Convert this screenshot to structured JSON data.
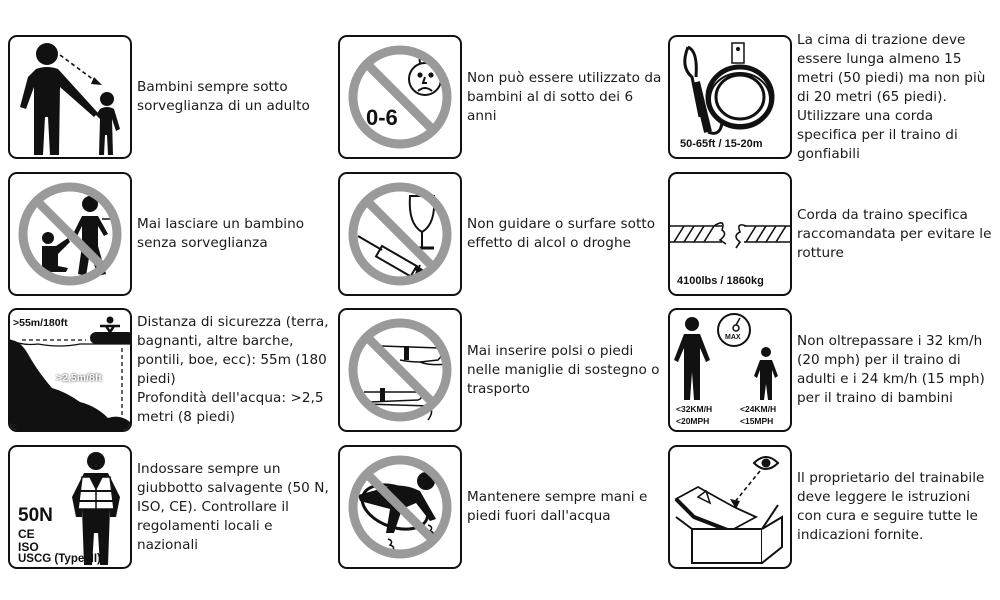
{
  "items": [
    {
      "id": "supervision",
      "text": "Bambini sempre sotto sorveglianza di un adulto",
      "icon": "adult-holding-child-icon"
    },
    {
      "id": "age-limit",
      "text": "Non può essere utilizzato da bambini al di sotto dei 6 anni",
      "icon": "no-children-0-6-icon",
      "icon_label": "0-6"
    },
    {
      "id": "tow-rope-length",
      "text": "La cima di trazione deve essere lunga almeno 15 metri (50 piedi) ma non più di 20 metri (65 piedi). Utilizzare una corda specifica per il traino di gonfiabili",
      "icon": "coiled-rope-icon",
      "icon_label": "50-65ft / 15-20m"
    },
    {
      "id": "no-unattended",
      "text": "Mai lasciare un bambino senza sorveglianza",
      "icon": "no-leaving-child-icon"
    },
    {
      "id": "no-alcohol",
      "text": "Non guidare o surfare sotto effetto di alcol o droghe",
      "icon": "no-alcohol-drugs-icon"
    },
    {
      "id": "rope-strength",
      "text": "Corda da traino specifica raccomandata per evitare le rotture",
      "icon": "broken-rope-icon",
      "icon_label": "4100lbs / 1860kg"
    },
    {
      "id": "safety-distance",
      "text": "Distanza di sicurezza (terra, bagnanti, altre barche, pontili, boe, ecc): 55m (180 piedi)\nProfondità dell'acqua: >2,5 metri (8 piedi)",
      "text_lines": [
        "Distanza di sicurezza (terra, bagnanti, altre barche, pontili, boe, ecc): 55m (180 piedi)",
        "Profondità dell'acqua: >2,5 metri (8 piedi)"
      ],
      "icon": "safety-distance-depth-icon",
      "icon_labels": {
        "distance": ">55m/180ft",
        "depth": ">2,5m/8ft"
      }
    },
    {
      "id": "no-handles",
      "text": "Mai inserire polsi o piedi nelle maniglie di sostegno o trasporto",
      "icon": "no-limbs-in-handles-icon"
    },
    {
      "id": "speed-limit",
      "text": "Non oltrepassare i 32 km/h (20 mph) per il traino di adulti e i 24 km/h (15 mph) per il traino di bambini",
      "icon": "max-speed-icon",
      "icon_labels": {
        "gauge": "MAX",
        "adult_kmh": "<32KM/H",
        "adult_mph": "<20MPH",
        "child_kmh": "<24KM/H",
        "child_mph": "<15MPH"
      }
    },
    {
      "id": "life-jacket",
      "text": "Indossare sempre un giubbotto salvagente (50 N, ISO, CE). Controllare il regolamenti locali e nazionali",
      "icon": "life-jacket-icon",
      "icon_labels": {
        "n": "50N",
        "ce": "CE",
        "iso": "ISO",
        "uscg": "USCG (Type III)"
      }
    },
    {
      "id": "hands-out-water",
      "text": "Mantenere sempre mani e piedi fuori dall'acqua",
      "icon": "no-hands-in-water-icon"
    },
    {
      "id": "read-instructions",
      "text": "Il proprietario del trainabile deve leggere le istruzioni con cura e seguire tutte le indicazioni fornite.",
      "icon": "read-manual-icon"
    }
  ],
  "colors": {
    "prohibition": "#9a9a9a",
    "ink": "#111111"
  }
}
